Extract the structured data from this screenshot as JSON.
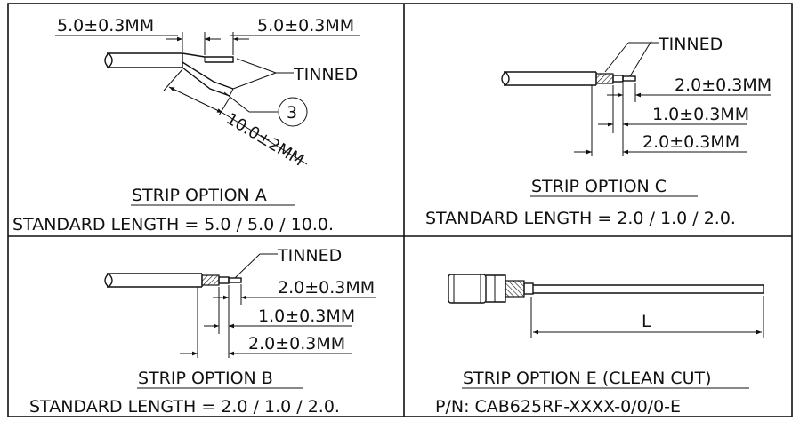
{
  "panels": {
    "a": {
      "title": "STRIP OPTION A",
      "standard": "STANDARD LENGTH = 5.0 / 5.0 / 10.0.",
      "dim_left": "5.0±0.3MM",
      "dim_right": "5.0±0.3MM",
      "dim_diag": "10.0±2MM",
      "callout": "TINNED",
      "balloon": "3"
    },
    "b": {
      "title": "STRIP OPTION B",
      "standard": "STANDARD LENGTH = 2.0 / 1.0 / 2.0.",
      "callout": "TINNED",
      "dim1": "2.0±0.3MM",
      "dim2": "1.0±0.3MM",
      "dim3": "2.0±0.3MM"
    },
    "c": {
      "title": "STRIP OPTION C",
      "standard": "STANDARD LENGTH = 2.0 / 1.0 / 2.0.",
      "callout": "TINNED",
      "dim1": "2.0±0.3MM",
      "dim2": "1.0±0.3MM",
      "dim3": "2.0±0.3MM"
    },
    "e": {
      "title": "STRIP OPTION E (CLEAN CUT)",
      "pn": "P/N: CAB625RF-XXXX-0/0/0-E",
      "dim_len": "L"
    }
  }
}
